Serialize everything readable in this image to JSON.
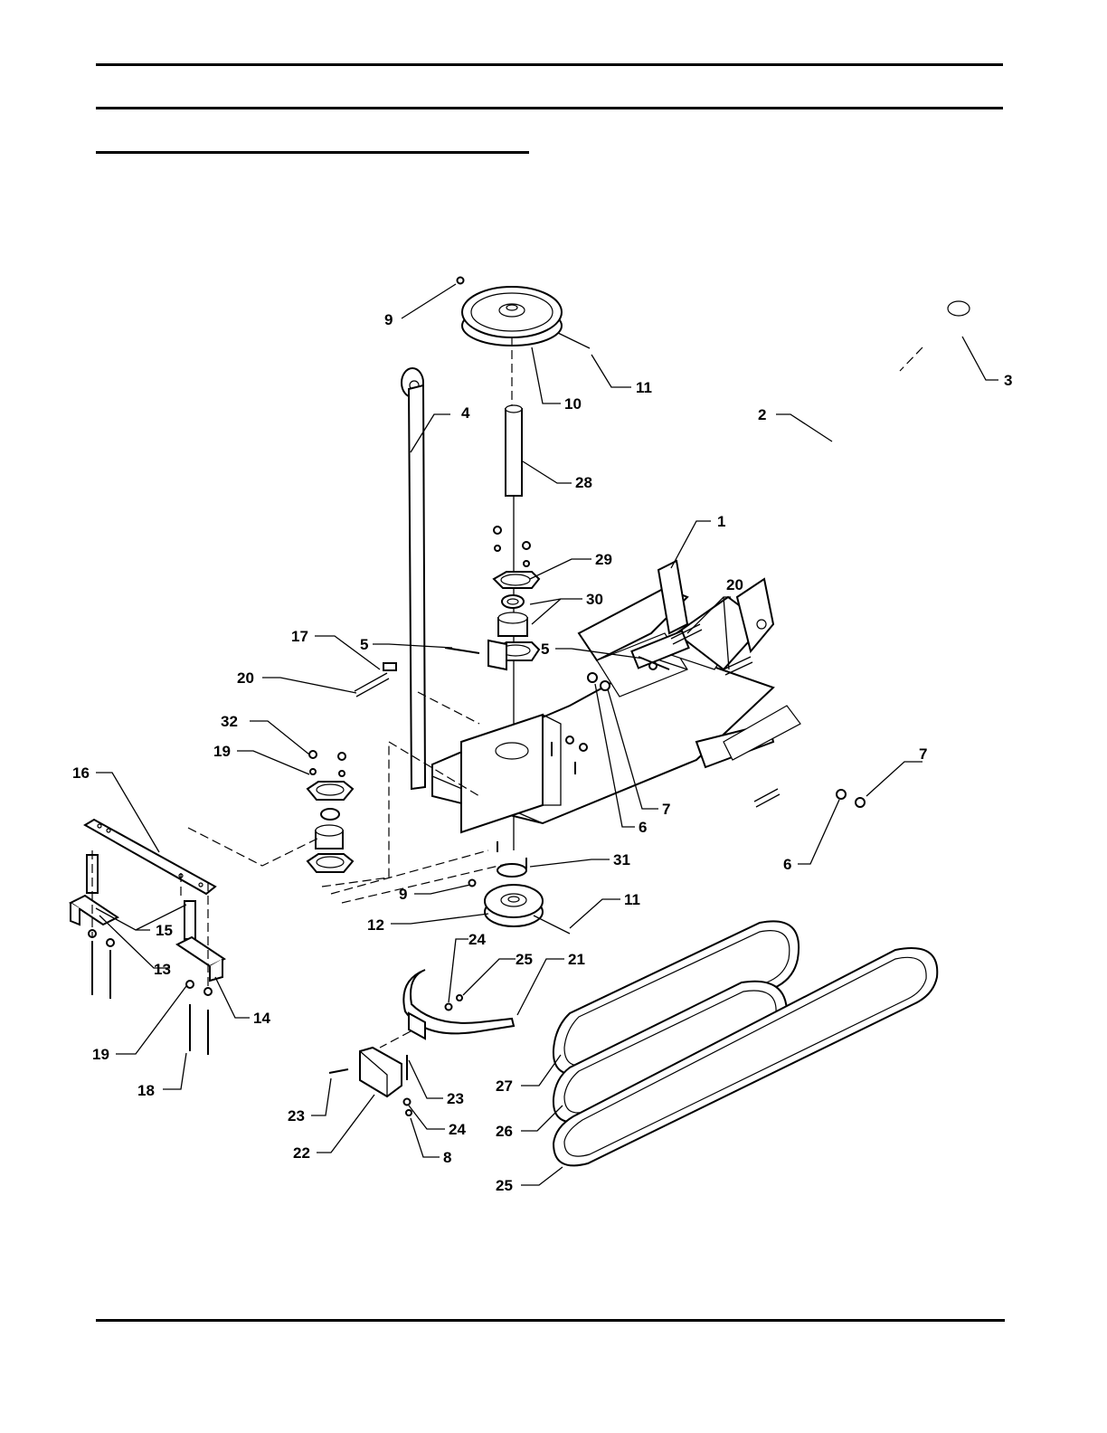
{
  "callouts": [
    {
      "id": "c-1",
      "label": "1"
    },
    {
      "id": "c-2",
      "label": "2"
    },
    {
      "id": "c-3",
      "label": "3"
    },
    {
      "id": "c-4",
      "label": "4"
    },
    {
      "id": "c-5a",
      "label": "5"
    },
    {
      "id": "c-5b",
      "label": "5"
    },
    {
      "id": "c-6a",
      "label": "6"
    },
    {
      "id": "c-6b",
      "label": "6"
    },
    {
      "id": "c-7a",
      "label": "7"
    },
    {
      "id": "c-7b",
      "label": "7"
    },
    {
      "id": "c-8",
      "label": "8"
    },
    {
      "id": "c-9a",
      "label": "9"
    },
    {
      "id": "c-9b",
      "label": "9"
    },
    {
      "id": "c-10",
      "label": "10"
    },
    {
      "id": "c-11a",
      "label": "11"
    },
    {
      "id": "c-11b",
      "label": "11"
    },
    {
      "id": "c-12",
      "label": "12"
    },
    {
      "id": "c-13",
      "label": "13"
    },
    {
      "id": "c-14",
      "label": "14"
    },
    {
      "id": "c-15",
      "label": "15"
    },
    {
      "id": "c-16",
      "label": "16"
    },
    {
      "id": "c-17",
      "label": "17"
    },
    {
      "id": "c-18",
      "label": "18"
    },
    {
      "id": "c-19a",
      "label": "19"
    },
    {
      "id": "c-19b",
      "label": "19"
    },
    {
      "id": "c-20a",
      "label": "20"
    },
    {
      "id": "c-20b",
      "label": "20"
    },
    {
      "id": "c-21",
      "label": "21"
    },
    {
      "id": "c-22",
      "label": "22"
    },
    {
      "id": "c-23a",
      "label": "23"
    },
    {
      "id": "c-23b",
      "label": "23"
    },
    {
      "id": "c-24a",
      "label": "24"
    },
    {
      "id": "c-24b",
      "label": "24"
    },
    {
      "id": "c-25a",
      "label": "25"
    },
    {
      "id": "c-25b",
      "label": "25"
    },
    {
      "id": "c-26",
      "label": "26"
    },
    {
      "id": "c-27",
      "label": "27"
    },
    {
      "id": "c-28",
      "label": "28"
    },
    {
      "id": "c-29",
      "label": "29"
    },
    {
      "id": "c-30",
      "label": "30"
    },
    {
      "id": "c-31",
      "label": "31"
    },
    {
      "id": "c-32",
      "label": "32"
    }
  ]
}
